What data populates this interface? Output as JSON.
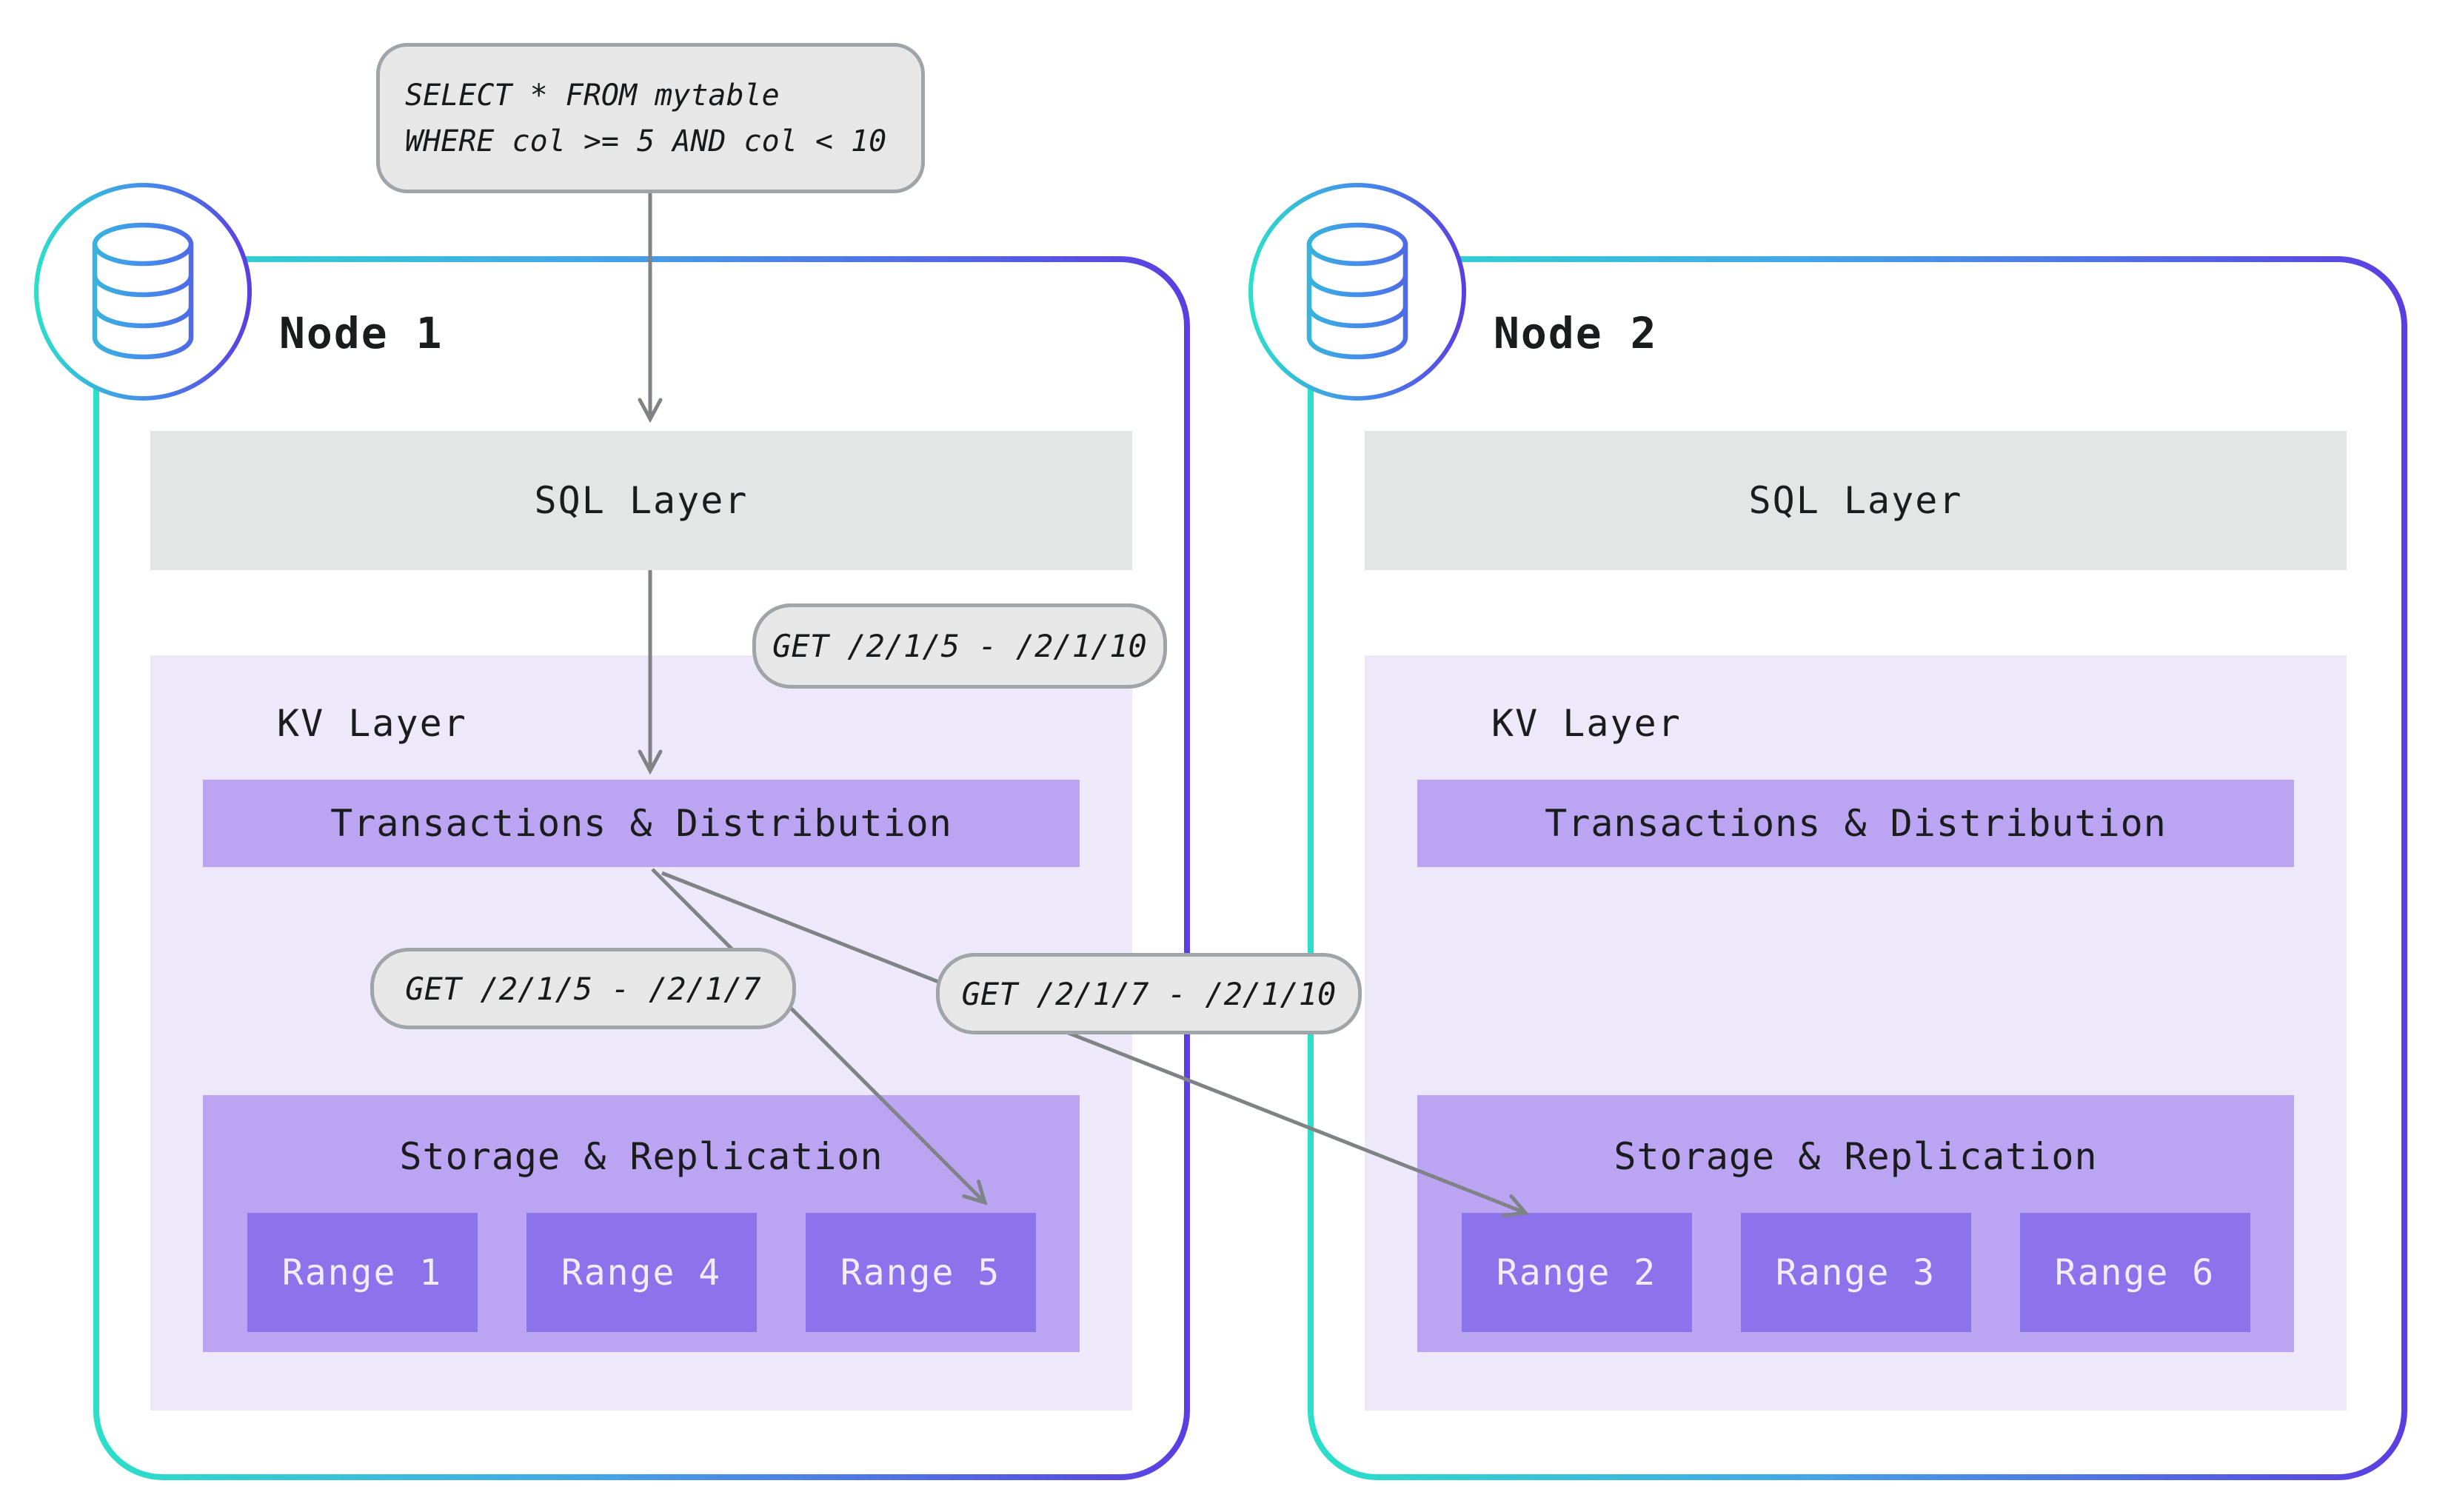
{
  "diagram": {
    "query": {
      "line1": "SELECT * FROM mytable",
      "line2": "WHERE col >= 5 AND col < 10"
    },
    "gets": {
      "full": "GET /2/1/5 - /2/1/10",
      "left": "GET /2/1/5 - /2/1/7",
      "right": "GET /2/1/7 - /2/1/10"
    },
    "nodes": [
      {
        "title": "Node 1",
        "sql": "SQL Layer",
        "kv": "KV Layer",
        "transactions": "Transactions & Distribution",
        "storage": "Storage & Replication",
        "ranges": [
          "Range 1",
          "Range 4",
          "Range 5"
        ]
      },
      {
        "title": "Node 2",
        "sql": "SQL Layer",
        "kv": "KV Layer",
        "transactions": "Transactions & Distribution",
        "storage": "Storage & Replication",
        "ranges": [
          "Range 2",
          "Range 3",
          "Range 6"
        ]
      }
    ],
    "colors": {
      "gradient_teal": "#2bdfc9",
      "gradient_blue": "#44a6e8",
      "gradient_purple": "#5b3ee1",
      "arrow_gray": "#7f8386",
      "callout_bg": "#e6e7e6",
      "callout_border": "#9fa4a8",
      "sql_bar_bg": "#e4e6e6",
      "kv_area_bg": "#ede9fb",
      "purple_bar_bg": "#bba5f3",
      "range_bg": "#8c73eb",
      "range_text": "#f2edfb",
      "text": "#1a1c1e"
    }
  }
}
